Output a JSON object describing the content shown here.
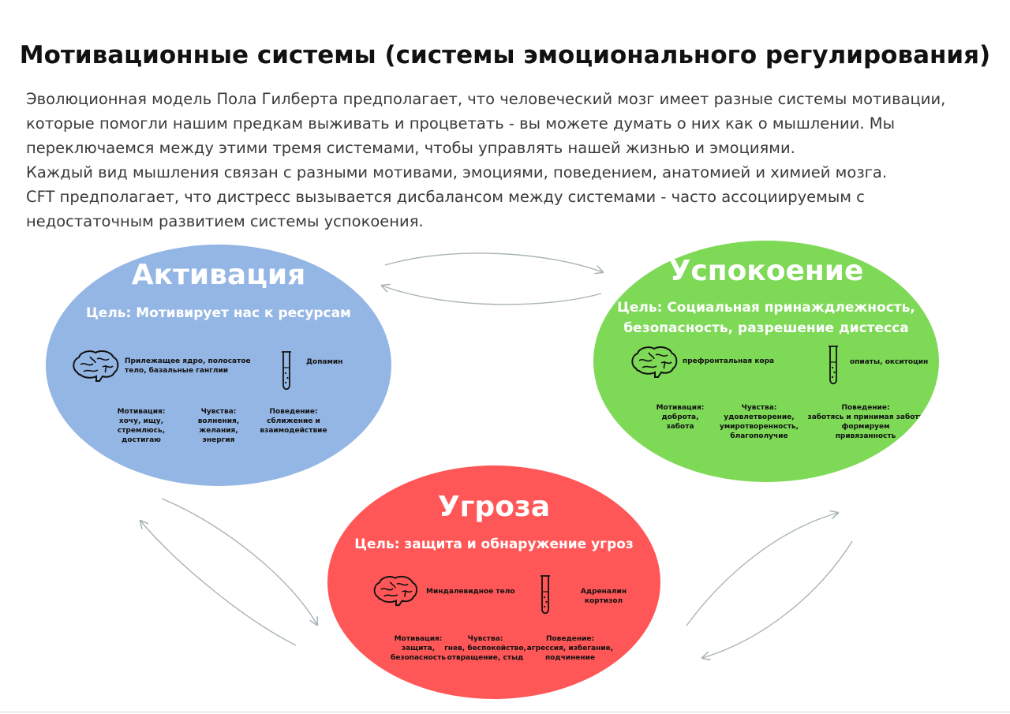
{
  "title": "Мотивационные системы (системы эмоционального регулирования)",
  "intro": [
    "Эволюционная модель Пола Гилберта предполагает, что человеческий мозг имеет разные системы мотивации,",
    "которые помогли нашим предкам выживать и процветать - вы можете думать о них как о мышлении. Мы",
    "переключаемся между этими тремя системами, чтобы управлять нашей жизнью и эмоциями.",
    "Каждый  вид  мышления связан с разными мотивами, эмоциями, поведением, анатомией и химией мозга.",
    "CFT предполагает, что дистресс вызывается дисбалансом между системами - часто ассоциируемым с",
    "недостаточным развитием системы успокоения."
  ],
  "colors": {
    "activation": "#94b6e4",
    "soothing": "#7ed957",
    "threat": "#ff5757",
    "arrow": "#a9b3b8"
  },
  "icons": {
    "brain": "brain-icon",
    "tube": "test-tube-icon"
  },
  "systems": {
    "activation": {
      "name": "Активация",
      "goal": "Цель: Мотивирует нас к ресурсам",
      "anatomy": "Прилежащее ядро, полосатое тело, базальные ганглии",
      "chemistry": "Допамин",
      "motivation": {
        "label": "Мотивация:",
        "lines": [
          "хочу, ищу,",
          "стремлюсь,",
          "достигаю"
        ]
      },
      "feelings": {
        "label": "Чувства:",
        "lines": [
          "волнения,",
          "желания,",
          "энергия"
        ]
      },
      "behavior": {
        "label": "Поведение:",
        "lines": [
          "сближение и",
          "взаимодействие"
        ]
      }
    },
    "soothing": {
      "name": "Успокоение",
      "goal_lines": [
        "Цель: Социальная принаждлежность,",
        "безопасность, разрешение дистесса"
      ],
      "anatomy": "префронтальная кора",
      "chemistry": "опиаты, окситоцин",
      "motivation": {
        "label": "Мотивация:",
        "lines": [
          "доброта,",
          "забота"
        ]
      },
      "feelings": {
        "label": "Чувства:",
        "lines": [
          "удовлетворение,",
          "умиротворенность,",
          "благополучие"
        ]
      },
      "behavior": {
        "label": "Поведение:",
        "lines": [
          "заботясь и принимая заботу",
          "формируем",
          "привязанность"
        ]
      }
    },
    "threat": {
      "name": "Угроза",
      "goal": "Цель: защита и обнаружение угроз",
      "anatomy": "Миндалевидное тело",
      "chemistry_lines": [
        "Адреналин",
        "кортизол"
      ],
      "motivation": {
        "label": "Мотивация:",
        "lines": [
          "защита,",
          "безопасность"
        ]
      },
      "feelings": {
        "label": "Чувства:",
        "lines": [
          "гнев, беспокойство,",
          "отвращение, стыд"
        ]
      },
      "behavior": {
        "label": "Поведение:",
        "lines": [
          "агрессия, избегание,",
          "подчинение"
        ]
      }
    }
  }
}
